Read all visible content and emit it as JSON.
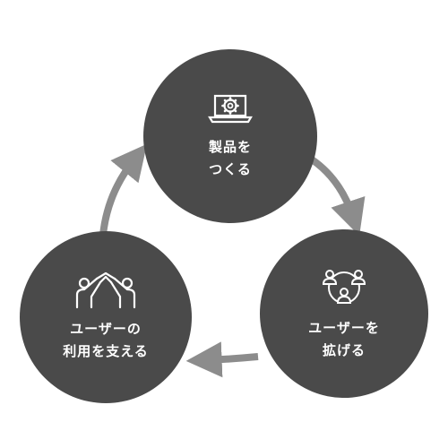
{
  "colors": {
    "circle": "#4a4a4a",
    "arrow": "#8c8c8c",
    "text": "#ffffff"
  },
  "nodes": {
    "make": {
      "icon": "laptop-gear-icon",
      "line1": "製品を",
      "line2": "つくる"
    },
    "spread": {
      "icon": "user-network-icon",
      "line1": "ユーザーを",
      "line2": "拡げる"
    },
    "support": {
      "icon": "high-five-users-icon",
      "line1": "ユーザーの",
      "line2": "利用を支える"
    }
  }
}
